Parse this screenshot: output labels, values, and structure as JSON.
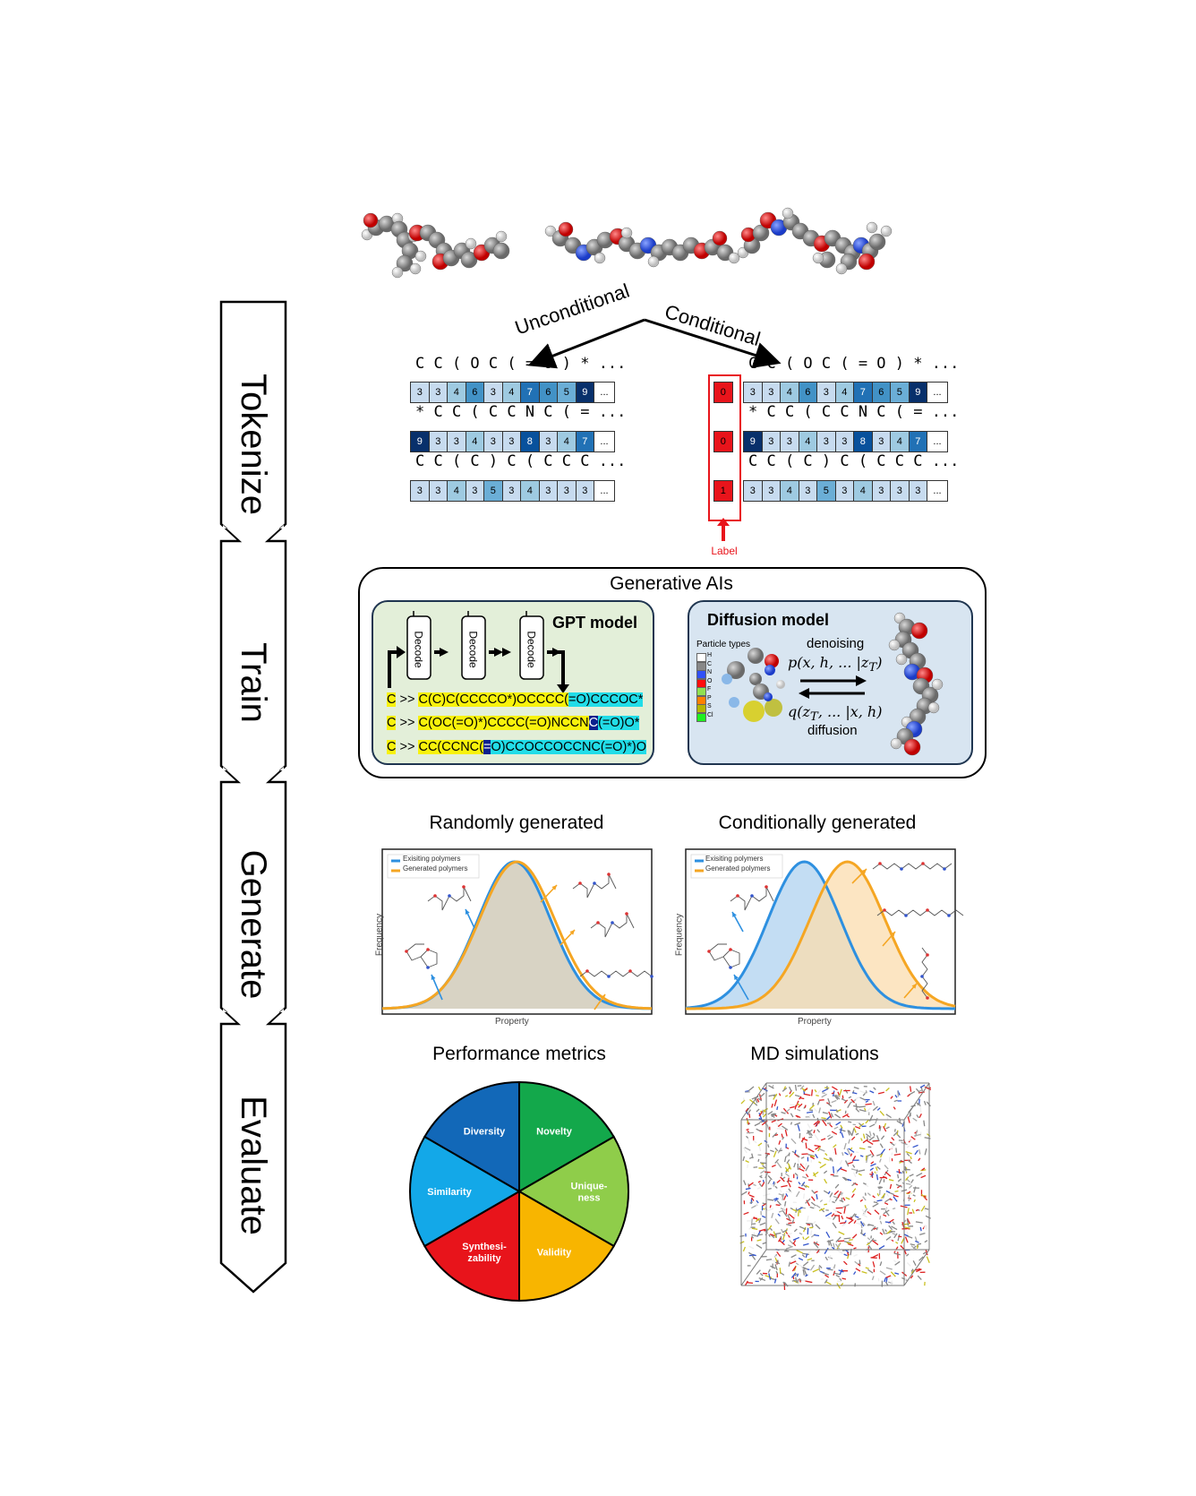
{
  "stages": [
    "Tokenize",
    "Train",
    "Generate",
    "Evaluate"
  ],
  "branches": {
    "unconditional": "Unconditional",
    "conditional": "Conditional"
  },
  "label_text": "Label",
  "token_rows": [
    {
      "chars": "C C ( O C ( = O ) * ...",
      "cells": [
        "3",
        "3",
        "4",
        "6",
        "3",
        "4",
        "7",
        "6",
        "5",
        "9",
        "..."
      ],
      "label": "0"
    },
    {
      "chars": "* C C ( C C N C ( = ...",
      "cells": [
        "9",
        "3",
        "3",
        "4",
        "3",
        "3",
        "8",
        "3",
        "4",
        "7",
        "..."
      ],
      "label": "0"
    },
    {
      "chars": "C C ( C ) C ( C C C ...",
      "cells": [
        "3",
        "3",
        "4",
        "3",
        "5",
        "3",
        "4",
        "3",
        "3",
        "3",
        "..."
      ],
      "label": "1"
    }
  ],
  "cell_colors": {
    "3": "#c7dbef",
    "4": "#9ecae1",
    "5": "#6baed6",
    "6": "#4292c6",
    "7": "#2171b5",
    "8": "#08519c",
    "9": "#08306b",
    "...": "#ffffff"
  },
  "generative": {
    "title": "Generative AIs",
    "gpt": {
      "title": "GPT model",
      "decode_label": "Decode",
      "smiles": [
        {
          "start": "C",
          "sep": " >> ",
          "parts": [
            [
              "y",
              "C(C)C(CCCCO*)OCCCC("
            ],
            [
              "c",
              "=O)CCCOC*"
            ]
          ]
        },
        {
          "start": "C",
          "sep": " >> ",
          "parts": [
            [
              "y",
              "C(OC(=O)*)CCCC(=O)NCCN"
            ],
            [
              "n",
              "C"
            ],
            [
              "c",
              "(=O)O*"
            ]
          ]
        },
        {
          "start": "C",
          "sep": " >> ",
          "parts": [
            [
              "y",
              "CC(CCNC("
            ],
            [
              "n",
              "="
            ],
            [
              "c",
              "O)CCOCCOCCNC(=O)*)O"
            ]
          ]
        }
      ]
    },
    "diffusion": {
      "title": "Diffusion model",
      "particle_title": "Particle types",
      "particles": [
        {
          "sym": "H",
          "color": "#ffffff"
        },
        {
          "sym": "C",
          "color": "#888888"
        },
        {
          "sym": "N",
          "color": "#3050f8"
        },
        {
          "sym": "O",
          "color": "#ff0d0d"
        },
        {
          "sym": "F",
          "color": "#90e050"
        },
        {
          "sym": "P",
          "color": "#ff8000"
        },
        {
          "sym": "S",
          "color": "#b5b500"
        },
        {
          "sym": "Cl",
          "color": "#1ff01f"
        }
      ],
      "denoising": "denoising",
      "diffusion": "diffusion",
      "p_expr": "p(x, h, ... |z",
      "p_sub": "T",
      "q_expr_a": "q(z",
      "q_sub": "T",
      "q_expr_b": ", ... |x, h)"
    }
  },
  "generate": {
    "random": {
      "title": "Randomly generated",
      "xlabel": "Property",
      "ylabel": "Frequency",
      "legend": [
        "Exisiting polymers",
        "Generated polymers"
      ]
    },
    "conditional": {
      "title": "Conditionally generated",
      "xlabel": "Property",
      "ylabel": "Frequency",
      "legend": [
        "Exisiting polymers",
        "Generated polymers"
      ]
    },
    "colors": {
      "existing": "#2e90e0",
      "generated": "#f5a623"
    }
  },
  "evaluate": {
    "metrics_title": "Performance metrics",
    "md_title": "MD simulations",
    "metrics": [
      {
        "label": [
          "Diversity"
        ],
        "color": "#1268b8"
      },
      {
        "label": [
          "Novelty"
        ],
        "color": "#13a84b"
      },
      {
        "label": [
          "Unique-",
          "ness"
        ],
        "color": "#8fcd4a"
      },
      {
        "label": [
          "Validity"
        ],
        "color": "#f8b500"
      },
      {
        "label": [
          "Synthesi-",
          "zability"
        ],
        "color": "#e8141b"
      },
      {
        "label": [
          "Similarity"
        ],
        "color": "#13a8e8"
      }
    ]
  }
}
